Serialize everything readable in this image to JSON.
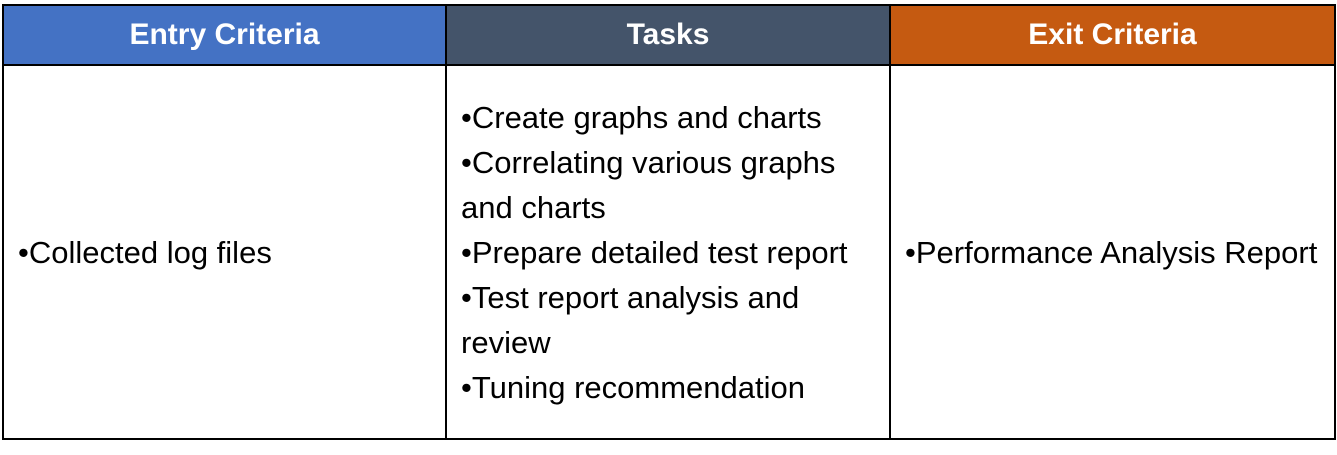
{
  "colors": {
    "entry_header_bg": "#4472c4",
    "tasks_header_bg": "#44546a",
    "exit_header_bg": "#c55a11",
    "header_text": "#ffffff",
    "border": "#000000"
  },
  "headers": {
    "entry": "Entry Criteria",
    "tasks": "Tasks",
    "exit": "Exit Criteria"
  },
  "entry_items": [
    "•Collected log files"
  ],
  "task_items": [
    "•Create graphs and charts",
    "•Correlating various graphs and charts",
    "•Prepare detailed test report",
    "•Test report analysis and review",
    "•Tuning recommendation"
  ],
  "exit_items": [
    "•Performance Analysis Report"
  ]
}
